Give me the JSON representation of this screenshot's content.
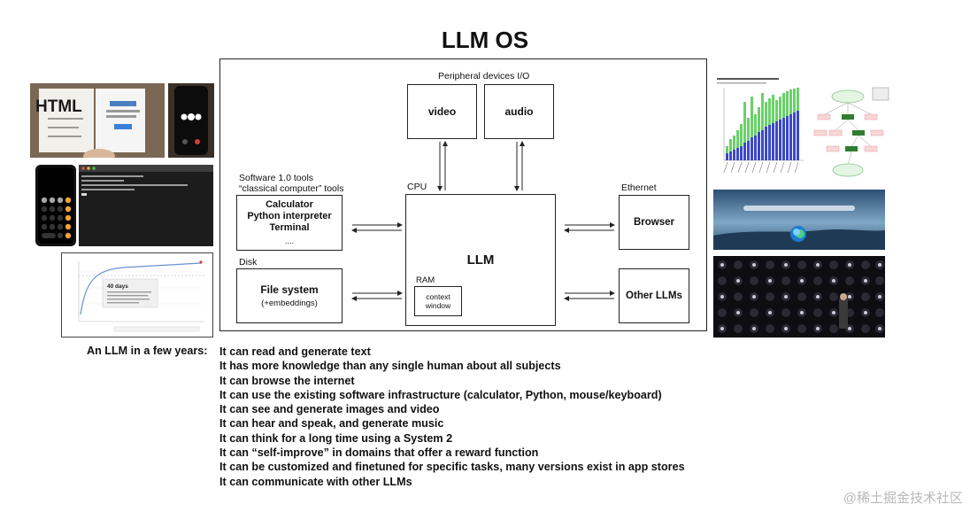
{
  "title": "LLM OS",
  "diagram": {
    "peripheral_label": "Peripheral devices I/O",
    "video": "video",
    "audio": "audio",
    "software_label_1": "Software 1.0 tools",
    "software_label_2": "“classical computer” tools",
    "tools": [
      "Calculator",
      "Python interpreter",
      "Terminal",
      "...."
    ],
    "cpu_label": "CPU",
    "llm": "LLM",
    "ram_label": "RAM",
    "context_window_1": "context",
    "context_window_2": "window",
    "ethernet_label": "Ethernet",
    "browser": "Browser",
    "other_llms": "Other LLMs",
    "disk_label": "Disk",
    "file_system": "File system",
    "embeddings": "(+embeddings)"
  },
  "side_images": {
    "html_sketch_text": "HTML",
    "training_card_title": "40 days"
  },
  "summary": {
    "lead": "An LLM in a few years:",
    "items": [
      "It can read and generate text",
      "It has more knowledge than any single human about all subjects",
      "It can browse the internet",
      "It can use the existing software infrastructure (calculator, Python, mouse/keyboard)",
      "It can see and generate images and video",
      "It can hear and speak, and generate music",
      "It can think for a long time using a System 2",
      "It can “self-improve” in domains that offer a reward function",
      "It can be customized and finetuned for specific tasks, many versions exist in app stores",
      "It can communicate with other LLMs"
    ]
  },
  "watermark": "@稀土掘金技术社区"
}
